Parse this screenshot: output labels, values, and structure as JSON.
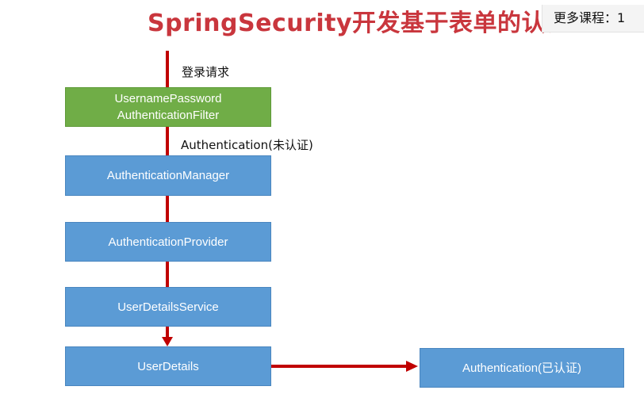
{
  "title": "SpringSecurity开发基于表单的认证",
  "corner_note": "更多课程：1",
  "colors": {
    "title": "#c9363d",
    "arrow": "#c00000",
    "box_blue": "#5b9bd5",
    "box_green": "#70ad47"
  },
  "edge_labels": {
    "login_request": "登录请求",
    "unauthenticated": "Authentication(未认证)"
  },
  "nodes": {
    "filter": {
      "line1": "UsernamePassword",
      "line2": "AuthenticationFilter"
    },
    "manager": "AuthenticationManager",
    "provider": "AuthenticationProvider",
    "details_service": "UserDetailsService",
    "user_details": "UserDetails",
    "authenticated": "Authentication(已认证)"
  }
}
